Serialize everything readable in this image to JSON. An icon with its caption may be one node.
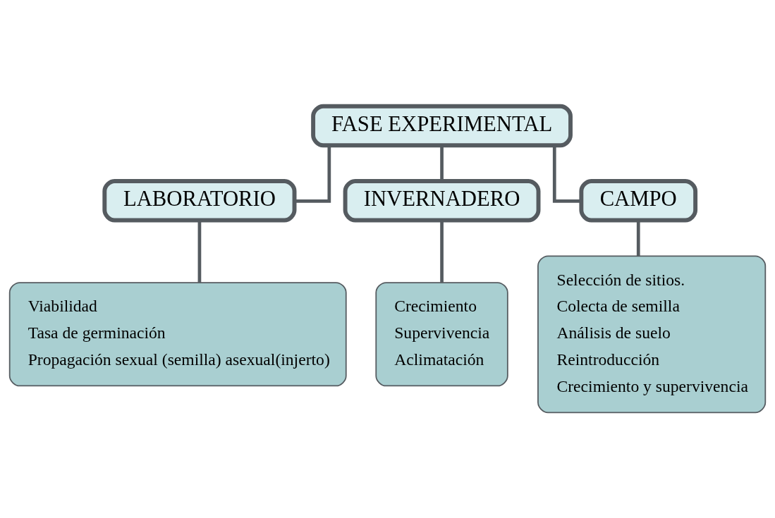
{
  "diagram": {
    "nodes": [
      {
        "text": [
          "FASE EXPERIMENTAL"
        ]
      },
      {
        "text": [
          "LABORATORIO"
        ]
      },
      {
        "text": [
          "INVERNADERO"
        ]
      },
      {
        "text": [
          "CAMPO"
        ]
      },
      {
        "text": [
          "Viabilidad",
          "Tasa de germinación",
          "Propagación sexual (semilla) asexual(injerto)"
        ]
      },
      {
        "text": [
          "Crecimiento",
          "Supervivencia",
          "Aclimatación"
        ]
      },
      {
        "text": [
          "Selección de sitios.",
          "Colecta de semilla",
          "Análisis de suelo",
          "Reintroducción",
          "Crecimiento y supervivencia"
        ]
      }
    ],
    "edges": [
      {
        "from": 0,
        "to": 1,
        "arrow": "none"
      },
      {
        "from": 0,
        "to": 2,
        "arrow": "none"
      },
      {
        "from": 0,
        "to": 3,
        "arrow": "none"
      },
      {
        "from": 1,
        "to": 4,
        "arrow": "none"
      },
      {
        "from": 2,
        "to": 5,
        "arrow": "none"
      },
      {
        "from": 3,
        "to": 6,
        "arrow": "none"
      }
    ]
  }
}
